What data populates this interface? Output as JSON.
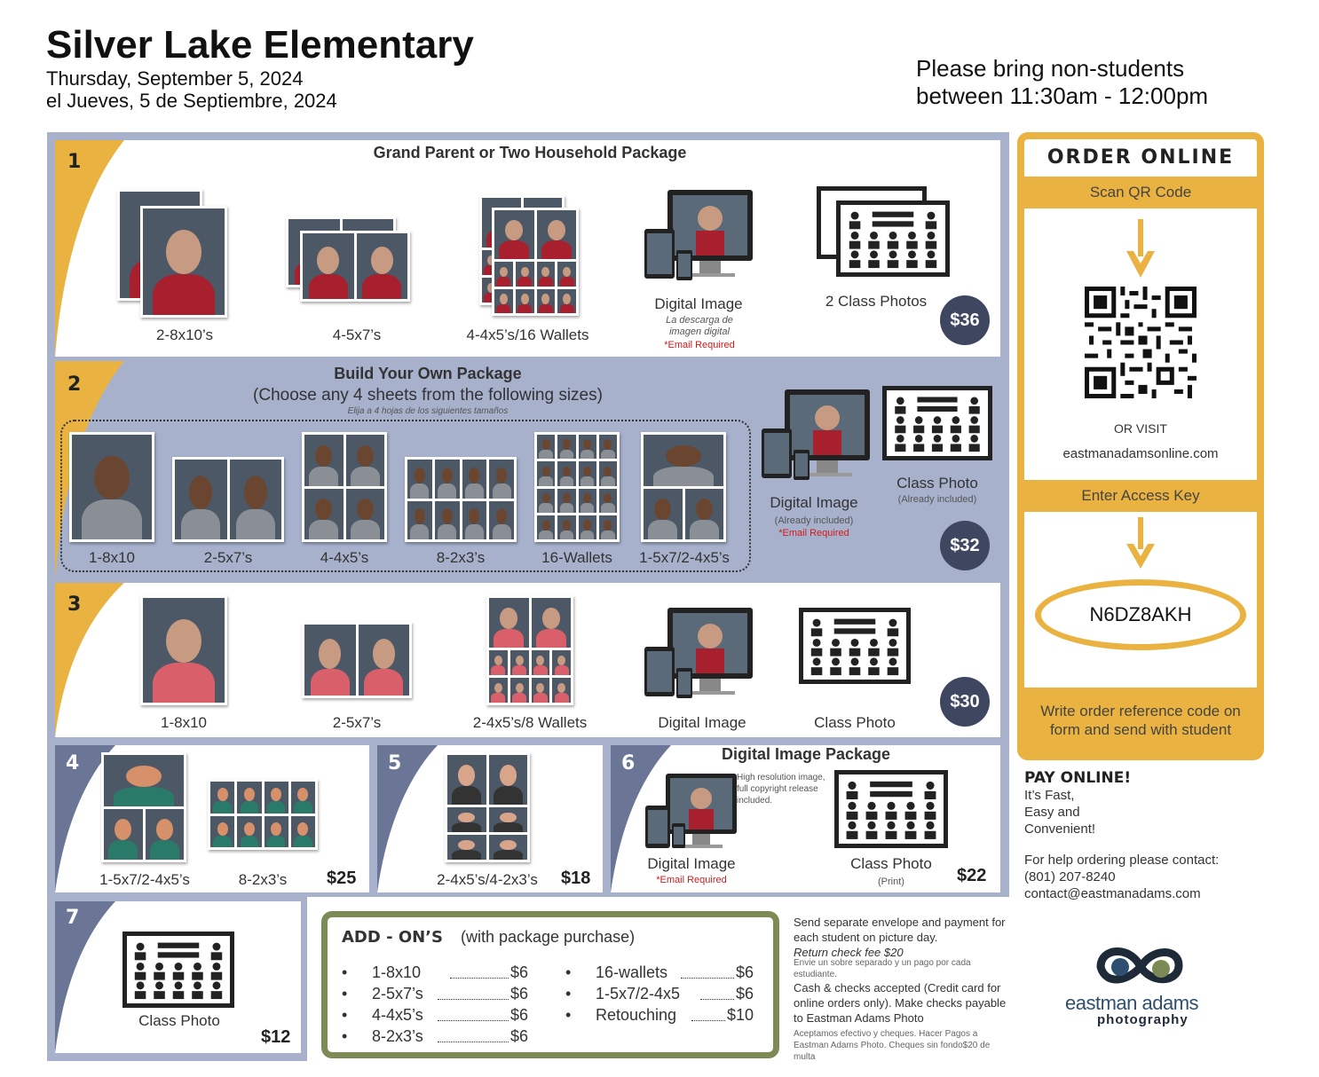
{
  "header": {
    "school": "Silver Lake Elementary",
    "date_en": "Thursday, September 5, 2024",
    "date_es": "el Jueves, 5 de Septiembre,  2024",
    "notice_line1": "Please bring non-students",
    "notice_line2": "between 11:30am - 12:00pm"
  },
  "pkg1": {
    "num": "1",
    "title": "Grand Parent or Two Household Package",
    "items": [
      "2-8x10’s",
      "4-5x7’s",
      "4-4x5’s/16 Wallets",
      "Digital Image",
      "2 Class Photos"
    ],
    "digital_sub": "La descarga de imagen digital",
    "email": "*Email Required",
    "price": "$36"
  },
  "pkg2": {
    "num": "2",
    "title": "Build Your Own Package",
    "subtitle": "(Choose any 4 sheets from the following sizes)",
    "subtitle_es": "Elija a 4 hojas de los siguientes tamaños",
    "items": [
      "1-8x10",
      "2-5x7’s",
      "4-4x5’s",
      "8-2x3’s",
      "16-Wallets",
      "1-5x7/2-4x5’s"
    ],
    "digital": "Digital Image",
    "digital_inc": "(Already included)",
    "email": "*Email Required",
    "class": "Class Photo",
    "class_inc": "(Already included)",
    "price": "$32"
  },
  "pkg3": {
    "num": "3",
    "items": [
      "1-8x10",
      "2-5x7’s",
      "2-4x5’s/8 Wallets",
      "Digital Image",
      "Class Photo"
    ],
    "price": "$30"
  },
  "pkg4": {
    "num": "4",
    "items": [
      "1-5x7/2-4x5’s",
      "8-2x3’s"
    ],
    "price": "$25"
  },
  "pkg5": {
    "num": "5",
    "item": "2-4x5’s/4-2x3’s",
    "price": "$18"
  },
  "pkg6": {
    "num": "6",
    "title": "Digital Image Package",
    "note": "High resolution image, full copyright release included.",
    "digital": "Digital Image",
    "email": "*Email Required",
    "class": "Class Photo",
    "class_sub": "(Print)",
    "price": "$22"
  },
  "pkg7": {
    "num": "7",
    "item": "Class Photo",
    "price": "$12"
  },
  "addons": {
    "title": "ADD - ON’S",
    "subtitle": "(with package purchase)",
    "left": [
      {
        "item": "1-8x10",
        "price": "$6"
      },
      {
        "item": "2-5x7’s",
        "price": "$6"
      },
      {
        "item": "4-4x5’s",
        "price": "$6"
      },
      {
        "item": "8-2x3’s",
        "price": "$6"
      }
    ],
    "right": [
      {
        "item": "16-wallets",
        "price": "$6"
      },
      {
        "item": "1-5x7/2-4x5",
        "price": "$6"
      },
      {
        "item": "Retouching",
        "price": "$10"
      }
    ]
  },
  "notes": {
    "send": "Send separate envelope and payment for each student on picture day.",
    "fee": "Return check fee $20",
    "send_es": "Envie un sobre separado y un pago por cada estudiante.",
    "cash": "Cash & checks accepted (Credit card for online orders only). Make checks payable to Eastman Adams Photo",
    "cash_es": "Aceptamos efectivo y cheques. Hacer Pagos a Eastman Adams Photo. Cheques sin fondo$20 de multa"
  },
  "order": {
    "title": "ORDER  ONLINE",
    "scan": "Scan QR Code",
    "or_visit": "OR VISIT",
    "url": "eastmanadamsonline.com",
    "access": "Enter Access Key",
    "key": "N6DZ8AKH",
    "write": "Write order reference code on form and send with student"
  },
  "pay": {
    "title": "PAY ONLINE!",
    "line1": "It’s Fast,",
    "line2": "Easy and",
    "line3": "Convenient!",
    "help": "For help ordering please contact:",
    "phone": "(801) 207-8240",
    "email": "contact@eastmanadams.com"
  },
  "logo": {
    "brand": "eastman adams",
    "tag": "photography"
  }
}
